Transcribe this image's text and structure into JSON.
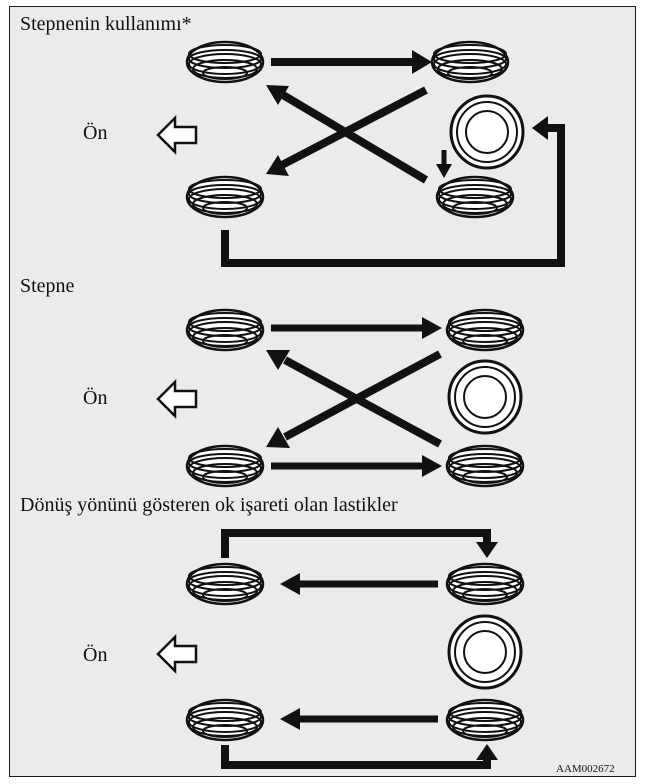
{
  "sections": [
    {
      "title": "Stepnenin kullanımı*",
      "front_label": "Ön"
    },
    {
      "title": "Stepne",
      "front_label": "Ön"
    },
    {
      "title": "Dönüş yönünü gösteren ok işareti olan lastikler",
      "front_label": "Ön"
    }
  ],
  "figure_code": "AAM002672",
  "colors": {
    "background": "#ebebeb",
    "ink": "#111111",
    "tire_fill": "#ffffff"
  }
}
